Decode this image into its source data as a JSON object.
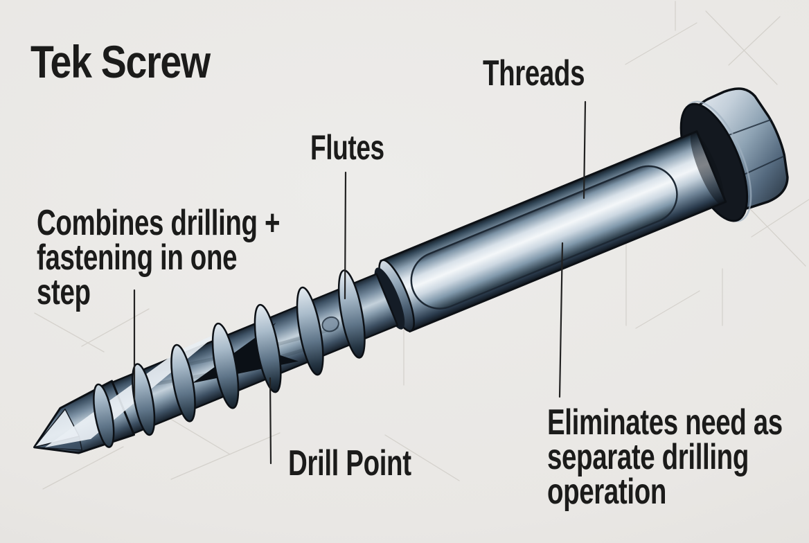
{
  "title": "Tek Screw",
  "labels": {
    "threads": "Threads",
    "flutes": "Flutes",
    "drill_point": "Drill Point"
  },
  "annotations": {
    "combines": {
      "lines": [
        "Combines drilling +",
        "fastening in one",
        "step"
      ]
    },
    "eliminates": {
      "lines": [
        "Eliminates need as",
        "separate drilling",
        "operation"
      ]
    }
  },
  "colors": {
    "background": "#e9e7e4",
    "ink_text": "#1b1b1a",
    "leader_line": "#212121",
    "outline_ink": "#0c1015",
    "steel_highlight": "#f2f5f8",
    "steel_mid": "#8fa3b4",
    "steel_shadow": "#1c2835",
    "washer_dark": "#13181f",
    "guide_line": "#c7c3bc"
  }
}
